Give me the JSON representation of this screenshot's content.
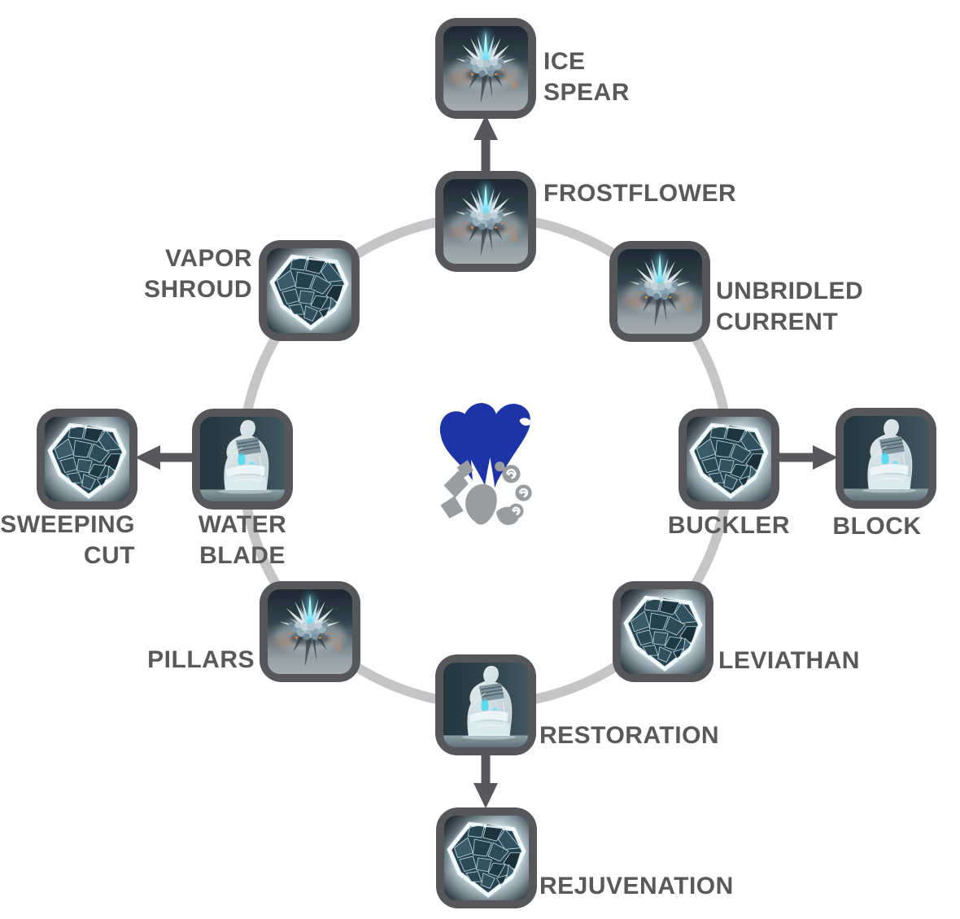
{
  "page": {
    "background": "#ffffff"
  },
  "ring": {
    "color": "#c5c5c5",
    "stroke_width": 12
  },
  "colors": {
    "arrow": "#57585b",
    "label_text": "#58595b",
    "tile_border": "#55575b",
    "emblem_blue": "#1c34a6",
    "emblem_gray": "#9a9da0"
  },
  "emblem": {
    "name": "water-style-crest"
  },
  "nodes": [
    {
      "id": "ice-spear",
      "label": "ICE\nSPEAR",
      "icon": "frostflower-icon",
      "icon_ref": "#icon-frostflower"
    },
    {
      "id": "frostflower",
      "label": "FROSTFLOWER",
      "icon": "frostflower-icon",
      "icon_ref": "#icon-frostflower"
    },
    {
      "id": "vapor-shroud",
      "label": "VAPOR\nSHROUD",
      "icon": "ice-shield-icon",
      "icon_ref": "#icon-shield"
    },
    {
      "id": "unbridled-current",
      "label": "UNBRIDLED\nCURRENT",
      "icon": "frostflower-icon",
      "icon_ref": "#icon-frostflower"
    },
    {
      "id": "sweeping-cut",
      "label": "SWEEPING\nCUT",
      "icon": "ice-shield-icon",
      "icon_ref": "#icon-shield"
    },
    {
      "id": "water-blade",
      "label": "WATER\nBLADE",
      "icon": "ice-statue-icon",
      "icon_ref": "#icon-statue"
    },
    {
      "id": "buckler",
      "label": "BUCKLER",
      "icon": "ice-shield-icon",
      "icon_ref": "#icon-shield"
    },
    {
      "id": "block",
      "label": "BLOCK",
      "icon": "ice-statue-icon",
      "icon_ref": "#icon-statue"
    },
    {
      "id": "pillars",
      "label": "PILLARS",
      "icon": "frostflower-icon",
      "icon_ref": "#icon-frostflower"
    },
    {
      "id": "leviathan",
      "label": "LEVIATHAN",
      "icon": "ice-shield-icon",
      "icon_ref": "#icon-shield"
    },
    {
      "id": "restoration",
      "label": "RESTORATION",
      "icon": "ice-statue-icon",
      "icon_ref": "#icon-statue"
    },
    {
      "id": "rejuvenation",
      "label": "REJUVENATION",
      "icon": "ice-shield-icon",
      "icon_ref": "#icon-shield"
    }
  ],
  "arrows": [
    {
      "from": "frostflower",
      "to": "ice-spear",
      "direction": "up"
    },
    {
      "from": "water-blade",
      "to": "sweeping-cut",
      "direction": "left"
    },
    {
      "from": "buckler",
      "to": "block",
      "direction": "right"
    },
    {
      "from": "restoration",
      "to": "rejuvenation",
      "direction": "down"
    }
  ],
  "ring_members": [
    "frostflower",
    "unbridled-current",
    "buckler",
    "leviathan",
    "restoration",
    "pillars",
    "water-blade",
    "vapor-shroud"
  ]
}
